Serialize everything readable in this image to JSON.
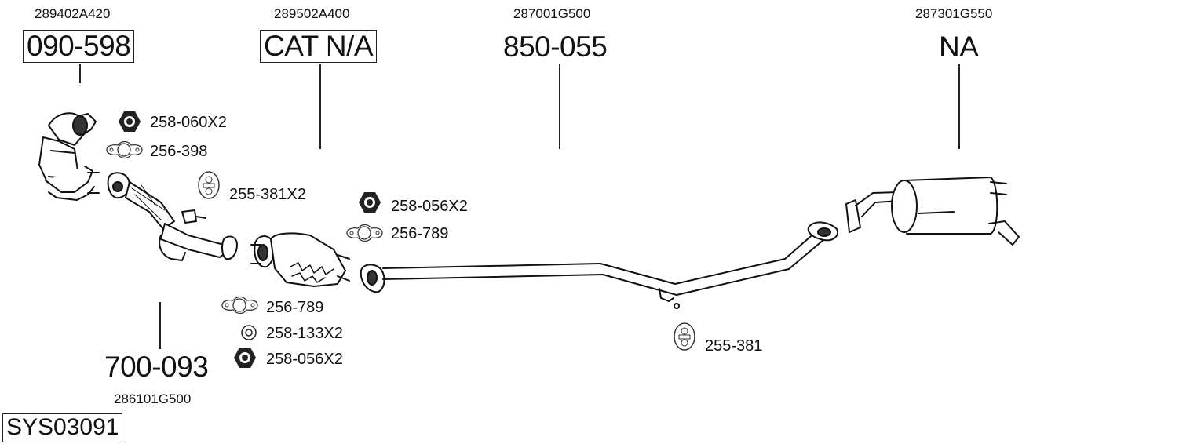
{
  "diagram": {
    "system_id": "SYS03091",
    "parts": [
      {
        "id": "manifold-cat",
        "oem": "289402A420",
        "ref": "090-598",
        "boxed": true
      },
      {
        "id": "front-pipe",
        "oem": "286101G500",
        "ref": "700-093",
        "boxed": false
      },
      {
        "id": "catalyst",
        "oem": "289502A400",
        "ref": "CAT N/A",
        "boxed": true
      },
      {
        "id": "center-pipe",
        "oem": "287001G500",
        "ref": "850-055",
        "boxed": false
      },
      {
        "id": "rear-silencer",
        "oem": "287301G550",
        "ref": "NA",
        "boxed": false
      }
    ],
    "accessories": [
      {
        "icon": "nut-icon",
        "label": "258-060X2"
      },
      {
        "icon": "gasket-icon",
        "label": "256-398"
      },
      {
        "icon": "rubber-mount-icon",
        "label": "255-381X2"
      },
      {
        "icon": "nut-icon",
        "label": "258-056X2"
      },
      {
        "icon": "gasket-icon",
        "label": "256-789"
      },
      {
        "icon": "gasket-icon",
        "label": "256-789"
      },
      {
        "icon": "washer-icon",
        "label": "258-133X2"
      },
      {
        "icon": "nut-icon",
        "label": "258-056X2"
      },
      {
        "icon": "rubber-mount-icon",
        "label": "255-381"
      }
    ]
  }
}
